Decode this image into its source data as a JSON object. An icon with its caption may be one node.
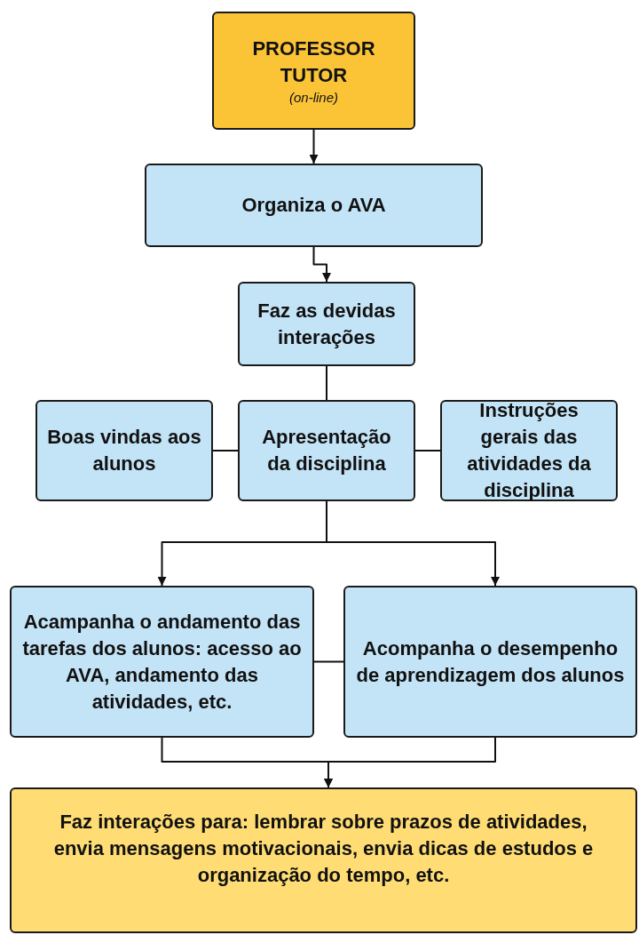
{
  "diagram": {
    "nodes": [
      {
        "text": [
          "PROFESSOR TUTOR",
          "(on-line)"
        ]
      },
      {
        "text": [
          "Organiza o AVA"
        ]
      },
      {
        "text": [
          "Faz as devidas interações"
        ]
      },
      {
        "text": [
          "Boas vindas aos alunos"
        ]
      },
      {
        "text": [
          "Apresentação da disciplina"
        ]
      },
      {
        "text": [
          "Instruções gerais das atividades da disciplina"
        ]
      },
      {
        "text": [
          "Acampanha o andamento das tarefas dos alunos: acesso ao AVA, andamento das atividades, etc."
        ]
      },
      {
        "text": [
          "Acompanha o desempenho de aprendizagem dos alunos"
        ]
      },
      {
        "text": [
          "Faz interações para: lembrar sobre prazos de atividades, envia mensagens motivacionais, envia dicas de estudos e organização do tempo, etc."
        ]
      }
    ],
    "edges": [
      {
        "from": 0,
        "to": 1,
        "arrow": "to"
      },
      {
        "from": 1,
        "to": 2,
        "arrow": "to"
      },
      {
        "from": 2,
        "to": 4,
        "arrow": "none"
      },
      {
        "from": 3,
        "to": 4,
        "arrow": "none"
      },
      {
        "from": 4,
        "to": 5,
        "arrow": "none"
      },
      {
        "from": 4,
        "to": 6,
        "arrow": "to"
      },
      {
        "from": 4,
        "to": 7,
        "arrow": "to"
      },
      {
        "from": 6,
        "to": 7,
        "arrow": "none"
      },
      {
        "from": 6,
        "to": 8,
        "arrow": "to"
      },
      {
        "from": 7,
        "to": 8,
        "arrow": "to"
      }
    ]
  }
}
